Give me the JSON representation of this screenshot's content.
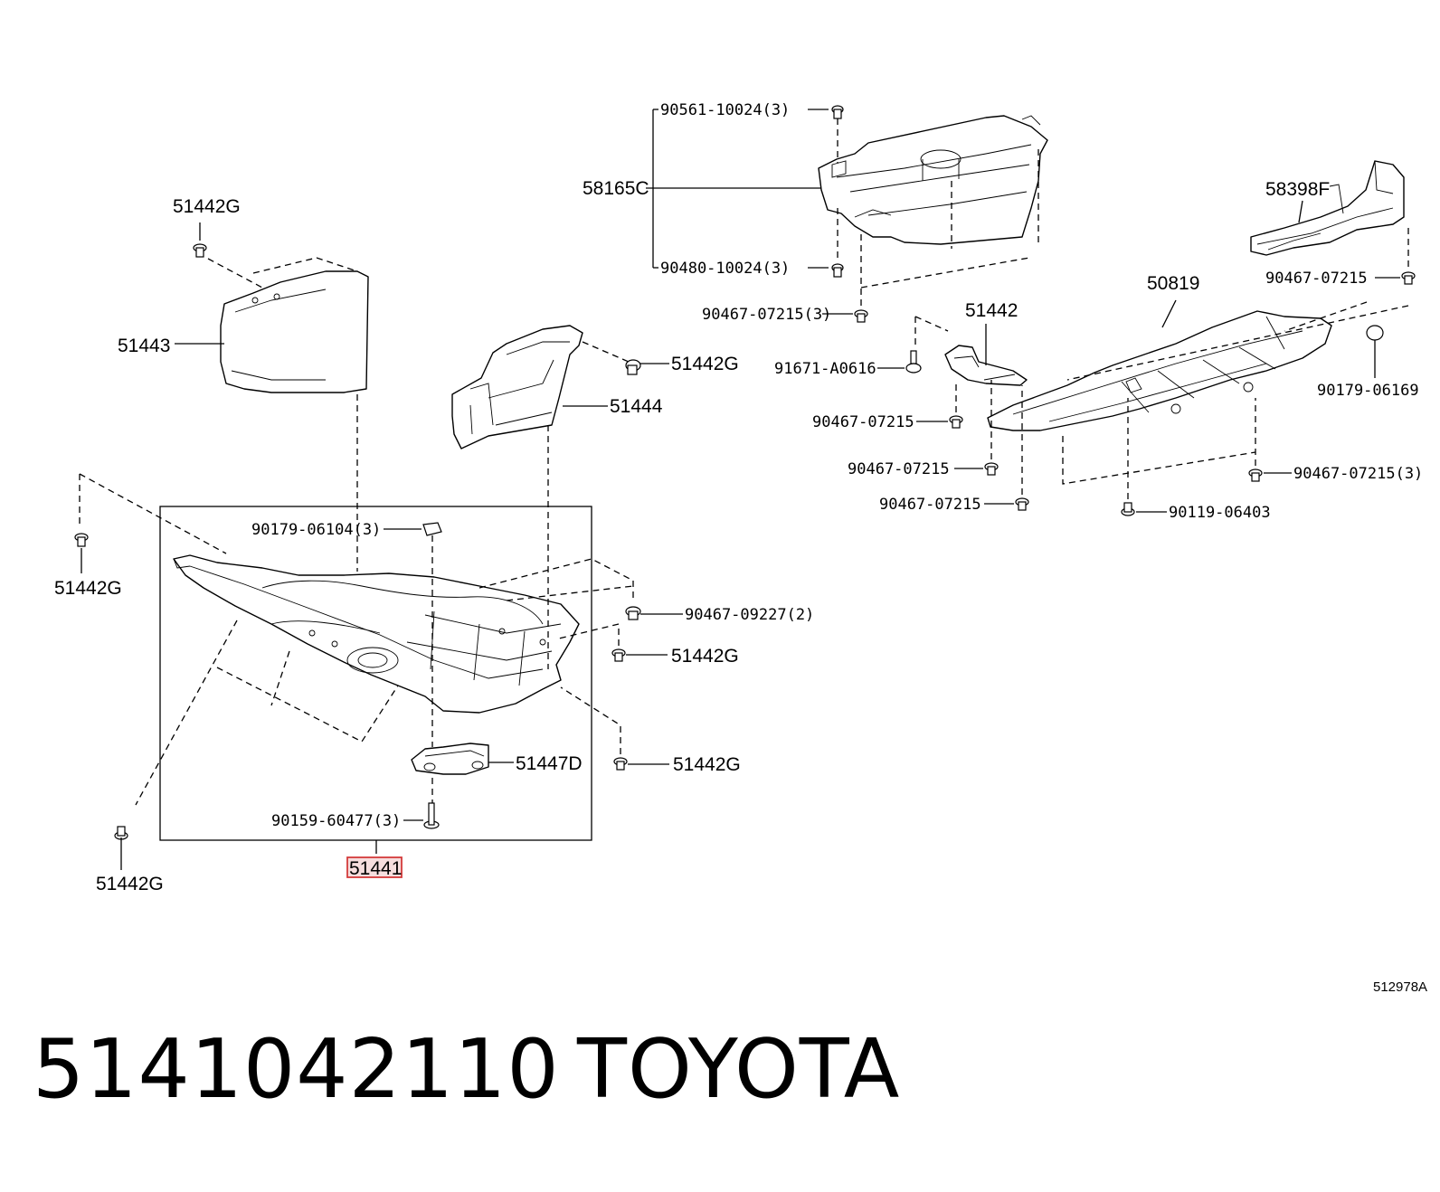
{
  "diagram": {
    "labels": {
      "l_90561": "90561-10024(3)",
      "l_58165C": "58165C",
      "l_90480": "90480-10024(3)",
      "l_90467_07215_3a": "90467-07215(3)",
      "l_58398F": "58398F",
      "l_90467_07215_r1": "90467-07215",
      "l_50819": "50819",
      "l_51442": "51442",
      "l_91671": "91671-A0616",
      "l_90179_06169": "90179-06169",
      "l_90467_07215_a": "90467-07215",
      "l_90467_07215_b": "90467-07215",
      "l_90467_07215_c": "90467-07215",
      "l_90467_07215_3b": "90467-07215(3)",
      "l_90119": "90119-06403",
      "l_51442G_top": "51442G",
      "l_51443": "51443",
      "l_51442G_mid": "51442G",
      "l_51444": "51444",
      "l_51442G_left": "51442G",
      "l_90179_06104": "90179-06104(3)",
      "l_90467_09227": "90467-09227(2)",
      "l_51442G_r1": "51442G",
      "l_51447D": "51447D",
      "l_51442G_r2": "51442G",
      "l_90159": "90159-60477(3)",
      "l_51442G_bottom": "51442G",
      "l_51441": "51441",
      "l_ref": "512978A"
    },
    "highlighted_part": "51441"
  },
  "footer": {
    "part_number": "5141042110",
    "brand": "TOYOTA"
  },
  "colors": {
    "highlight_border": "#d43b3b",
    "highlight_fill": "#f6dede",
    "line": "#000000"
  }
}
